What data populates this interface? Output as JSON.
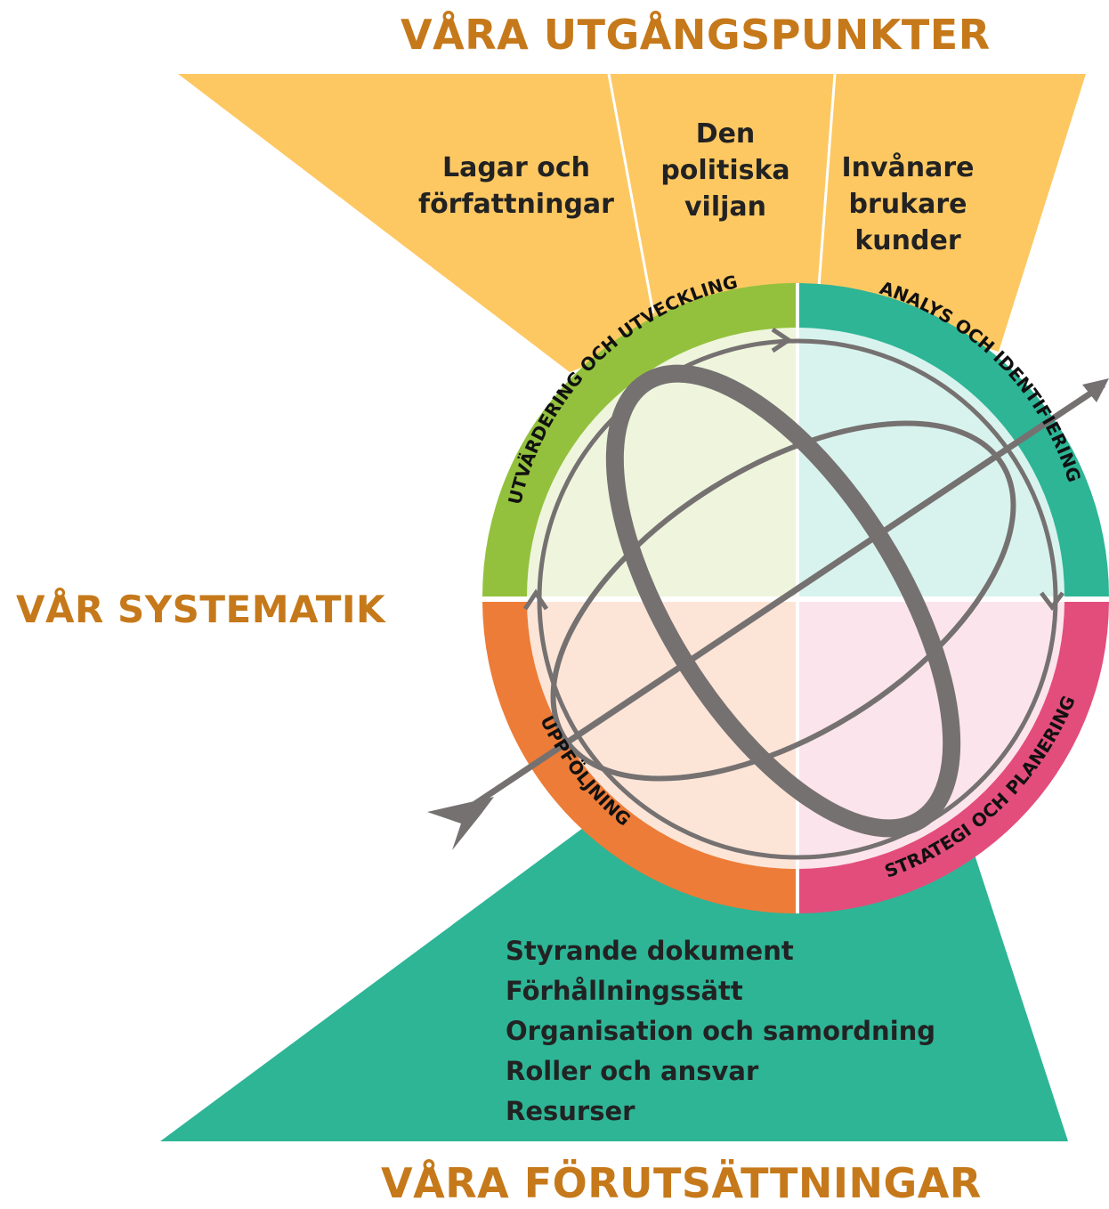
{
  "titles": {
    "top": "VÅRA UTGÅNGSPUNKTER",
    "middle": "VÅR SYSTEMATIK",
    "bottom": "VÅRA FÖRUTSÄTTNINGAR"
  },
  "starting_points": [
    {
      "lines": [
        "Lagar och",
        "författningar"
      ]
    },
    {
      "lines": [
        "Den",
        "politiska",
        "viljan"
      ]
    },
    {
      "lines": [
        "Invånare",
        "brukare",
        "kunder"
      ]
    }
  ],
  "ring_segments": {
    "top_left": "UTVÄRDERING OCH UTVECKLING",
    "top_right": "ANALYS OCH IDENTIFIERING",
    "bottom_right": "STRATEGI OCH PLANERING",
    "bottom_left": "UPPFÖLJNING"
  },
  "prerequisites": [
    "Styrande dokument",
    "Förhållningssätt",
    "Organisation och samordning",
    "Roller och ansvar",
    "Resurser"
  ],
  "colors": {
    "heading": "#C6791A",
    "top_fan": "#FDC862",
    "bottom_fan": "#2DB596",
    "green": "#93C13D",
    "teal": "#2DB596",
    "orange": "#EC7C38",
    "pink": "#E34D7C",
    "gray": "#767171"
  }
}
